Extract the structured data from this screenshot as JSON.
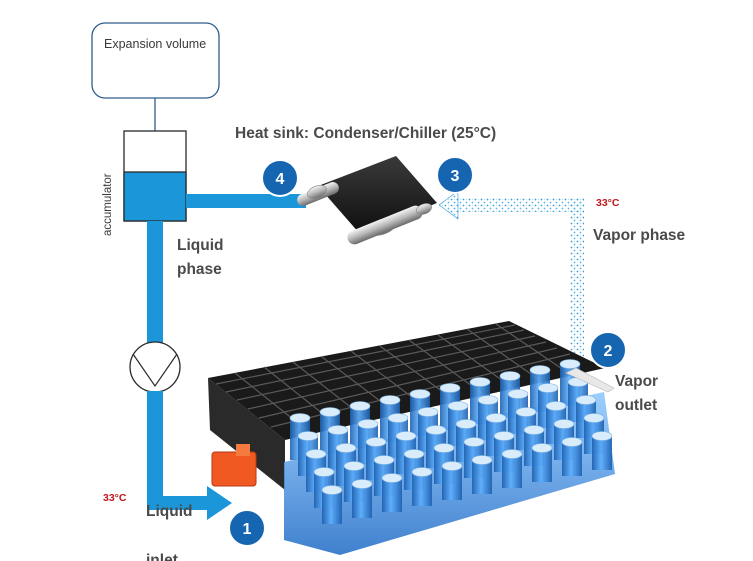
{
  "labels": {
    "expansion_volume": "Expansion volume",
    "accumulator": "accumulator",
    "heat_sink": "Heat sink: Condenser/Chiller  (25°C)",
    "vapor_phase": "Vapor phase",
    "liquid_phase_line1": "Liquid",
    "liquid_phase_line2": "phase",
    "vapor_outlet_line1": "Vapor",
    "vapor_outlet_line2": "outlet",
    "liquid_inlet_line1": "Liquid",
    "liquid_inlet_line2": "inlet",
    "temp_vapor": "33°C",
    "temp_liquid": "33°C"
  },
  "steps": [
    "1",
    "2",
    "3",
    "4"
  ],
  "colors": {
    "pipe_blue": "#1b97d9",
    "badge_blue": "#1565b0",
    "temperature_red": "#c0161c",
    "vapor_dots": "#3aa0d8",
    "cell_blue": "#2d86dc"
  }
}
